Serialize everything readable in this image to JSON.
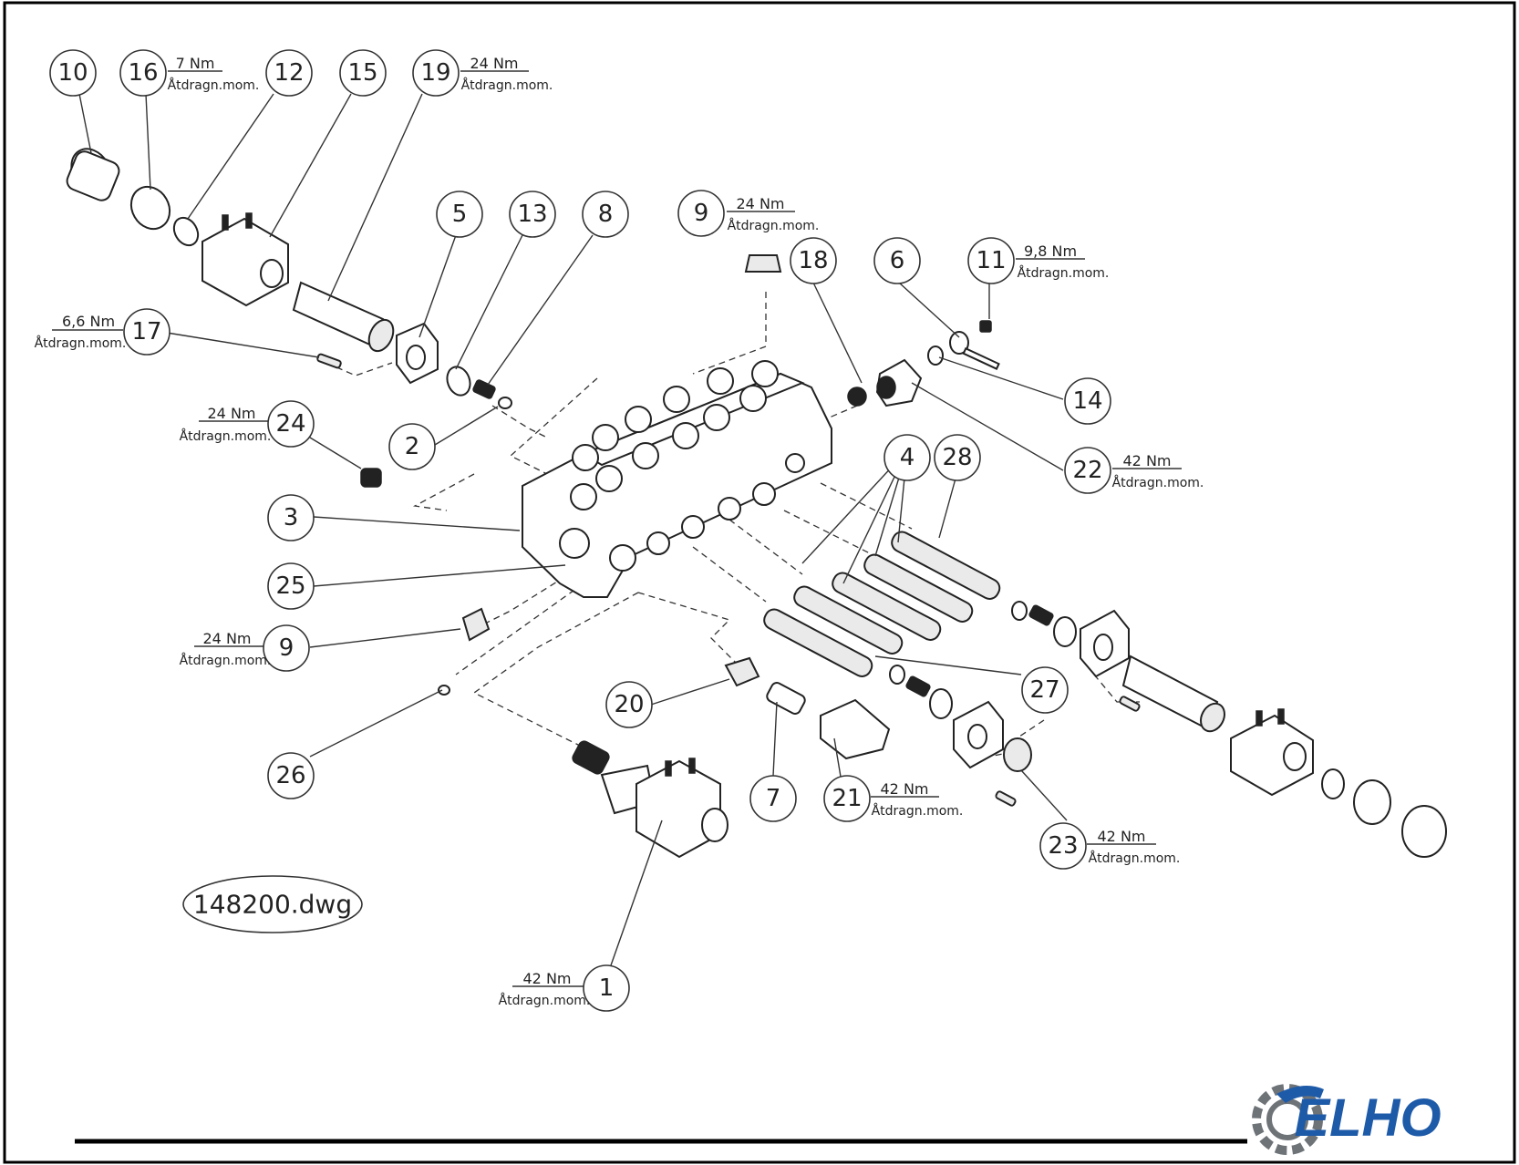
{
  "drawing_id": "148200.dwg",
  "brand": "ELHO",
  "colors": {
    "line": "#333333",
    "brand_blue": "#1d5aa8",
    "brand_grey": "#6e7378",
    "border": "#000000"
  },
  "torque_unit_label": "Åtdragn.mom.",
  "callouts": [
    "10",
    "16",
    "12",
    "15",
    "19",
    "5",
    "13",
    "8",
    "9",
    "18",
    "6",
    "11",
    "17",
    "14",
    "24",
    "2",
    "3",
    "4",
    "28",
    "22",
    "25",
    "9",
    "27",
    "20",
    "7",
    "21",
    "23",
    "26",
    "1"
  ],
  "torques": [
    "7 Nm",
    "24 Nm",
    "24 Nm",
    "9,8 Nm",
    "6,6 Nm",
    "24 Nm",
    "42 Nm",
    "24 Nm",
    "42 Nm",
    "42 Nm",
    "42 Nm"
  ]
}
